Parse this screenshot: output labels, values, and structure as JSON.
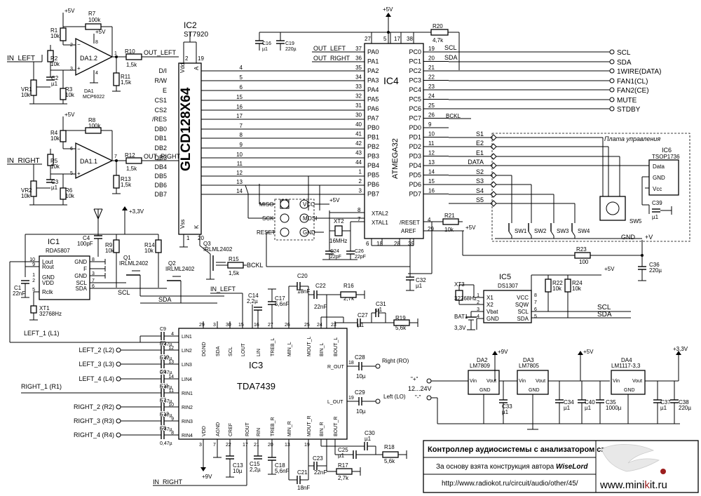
{
  "ic2": {
    "name": "IC2",
    "chip": "ST7920",
    "lcd": "GLCD128X64",
    "top_pins": [
      "2",
      "19"
    ],
    "top_names": [
      "Vdd",
      "A"
    ],
    "pins_left_num": [
      "4",
      "5",
      "6",
      "15",
      "16",
      "17",
      "7",
      "8",
      "9",
      "10",
      "11",
      "12",
      "13",
      "14"
    ],
    "pins": [
      "D/I",
      "R/W",
      "E",
      "CS1",
      "CS2",
      "/RES",
      "DB0",
      "DB1",
      "DB2",
      "DB3",
      "DB4",
      "DB5",
      "DB6",
      "DB7"
    ],
    "bottom_pins": [
      "1",
      "20"
    ],
    "bottom_names": [
      "Vss",
      "K"
    ]
  },
  "ic4": {
    "name": "IC4",
    "chip": "ATMEGA32",
    "left_nums": [
      "37",
      "36",
      "35",
      "34",
      "33",
      "32",
      "31",
      "30",
      "40",
      "41",
      "42",
      "43",
      "44",
      "1",
      "2",
      "3"
    ],
    "left_pins": [
      "PA0",
      "PA1",
      "PA2",
      "PA3",
      "PA4",
      "PA5",
      "PA6",
      "PA7",
      "PB0",
      "PB1",
      "PB2",
      "PB3",
      "PB4",
      "PB5",
      "PB6",
      "PB7"
    ],
    "right_nums": [
      "19",
      "20",
      "21",
      "22",
      "23",
      "24",
      "25",
      "26",
      "9",
      "10",
      "11",
      "12",
      "13",
      "14",
      "15",
      "16"
    ],
    "right_pins": [
      "PC0",
      "PC1",
      "PC2",
      "PC3",
      "PC4",
      "PC5",
      "PC6",
      "PC7",
      "PD0",
      "PD1",
      "PD2",
      "PD3",
      "PD4",
      "PD5",
      "PD6",
      "PD7"
    ],
    "top_nums": [
      "27",
      "5",
      "17",
      "38"
    ],
    "xtal": [
      "XTAL2",
      "XTAL1"
    ],
    "xtal_nums": [
      "8",
      "7"
    ],
    "reset": "/RESET",
    "aref": "AREF",
    "reset_nums": [
      "4",
      "29"
    ],
    "bottom_nums": [
      "6",
      "18",
      "28",
      "39"
    ]
  },
  "ic4_wires": {
    "out_left": "OUT_LEFT",
    "out_right": "OUT_RIGHT",
    "bckl": "BCKL"
  },
  "outputs": [
    "SCL",
    "SDA",
    "1WIRE(DATA)",
    "FAN1(CL)",
    "FAN2(CE)",
    "MUTE",
    "STDBY"
  ],
  "pc_labels": [
    "SCL",
    "SDA"
  ],
  "pd_labels": [
    "S1",
    "E2",
    "E1",
    "DATA",
    "S2",
    "S3",
    "S4",
    "S5"
  ],
  "panel": {
    "title": "Плата управления",
    "ic6": "IC6",
    "ic6_chip": "TSOP1736",
    "ic6_pins": [
      "Data",
      "GND",
      "Vcc"
    ],
    "switches": [
      "SW1",
      "SW2",
      "SW3",
      "SW4"
    ],
    "enc": "SW5",
    "gnd": "GND",
    "vplus": "+V"
  },
  "amp_left": {
    "name": "DA1.2",
    "r1": "R1",
    "r1v": "10k",
    "r2": "R2",
    "r2v": "10k",
    "r3": "R3",
    "r3v": "10k",
    "r7": "R7",
    "r7v": "100k",
    "r10": "R10",
    "r10v": "1,5k",
    "r11": "R11",
    "r11v": "1,5k",
    "c2": "C2",
    "c2v": "µ1",
    "vr1": "VR1",
    "vr1v": "10k",
    "in": "IN_LEFT",
    "out": "OUT_LEFT",
    "pins": [
      "2",
      "3",
      "1",
      "8",
      "4"
    ],
    "da1": "DA1",
    "da1chip": "MCP6022",
    "pwr": "+5V"
  },
  "amp_right": {
    "name": "DA1.1",
    "r4": "R4",
    "r4v": "10k",
    "r5": "R5",
    "r5v": "10k",
    "r6": "R6",
    "r6v": "10k",
    "r8": "R8",
    "r8v": "100k",
    "r12": "R12",
    "r12v": "1,5k",
    "r13": "R13",
    "r13v": "1,5k",
    "c3": "C3",
    "c3v": "µ1",
    "vr2": "VR2",
    "vr2v": "10k",
    "in": "IN_RIGHT",
    "out": "OUT_RIGHT",
    "pins": [
      "6",
      "5",
      "7"
    ],
    "pwr": "+5V"
  },
  "misc": {
    "c16": "C16",
    "c16v": "µ1",
    "c19": "C19",
    "c19v": "220µ",
    "r20": "R20",
    "r20v": "4,7k",
    "p5v": "+5V",
    "isp": [
      "MISO",
      "VCC",
      "SCK",
      "MOSI",
      "RESET",
      "GND"
    ],
    "isp_p5v": "+5V",
    "xt2": "XT2",
    "xt2v": "16MHz",
    "c24": "C24",
    "c24v": "22pF",
    "c26": "C26",
    "c26v": "22pF",
    "r21": "R21",
    "r21v": "10k",
    "r23": "R23",
    "r23v": "100",
    "c36": "C36",
    "c36v": "220µ",
    "c39": "C39",
    "c39v": "µ1",
    "c32": "C32",
    "c32v": "µ1",
    "q3": "Q3",
    "q3chip": "IRLML2402",
    "r15": "R15",
    "r15v": "1,5k",
    "bckl": "BCKL"
  },
  "ic1": {
    "name": "IC1",
    "chip": "RDA5807",
    "pins_l": [
      "Lout",
      "Rout",
      "GND",
      "VDD",
      "Rclk"
    ],
    "pins_l_num": [
      "10",
      "9",
      "1",
      "2",
      "5"
    ],
    "pins_r": [
      "GND",
      "F",
      "GND",
      "SCL",
      "SDA"
    ],
    "pins_r_num": [
      "8",
      "",
      "3",
      "7",
      "6"
    ],
    "c4": "C4",
    "c4v": "100pF",
    "r9": "R9",
    "r9v": "10k",
    "r14": "R14",
    "r14v": "10k",
    "q1": "Q1",
    "q1chip": "IRLML2402",
    "q2": "Q2",
    "q2chip": "IRLML2402",
    "c1": "C1",
    "c1v": "22nF",
    "xt1": "XT1",
    "xt1v": "32768Hz",
    "v33": "+3,3V",
    "scl": "SCL",
    "sda": "SDA",
    "left1": "LEFT_1 (L1)"
  },
  "ic5": {
    "name": "IC5",
    "chip": "DS1307",
    "pins_l": [
      "X1",
      "X2",
      "Vbat",
      "GND"
    ],
    "pins_l_num": [
      "1",
      "2",
      "3",
      "4"
    ],
    "pins_r": [
      "VCC",
      "SQW",
      "SCL",
      "SDA"
    ],
    "pins_r_num": [
      "8",
      "7",
      "6",
      "5"
    ],
    "xt3": "XT3",
    "xt3v": "32768Hz",
    "r22": "R22",
    "r22v": "10k",
    "r24": "R24",
    "r24v": "10k",
    "bat": "BAT1",
    "batv": "3,3V",
    "p5v": "+5V",
    "scl": "SCL",
    "sda": "SDA"
  },
  "ic3": {
    "name": "IC3",
    "chip": "TDA7439",
    "top_nums": [
      "29",
      "3",
      "30",
      "15",
      "16",
      "27",
      "26",
      "25",
      "24",
      "23"
    ],
    "top_pins": [
      "DGND",
      "SDA",
      "SCL",
      "LOUT",
      "LIN",
      "TREB_L",
      "MIN_L",
      "MOUT_L",
      "BIN_L",
      "BOUT_L"
    ],
    "left_nums": [
      "4",
      "12",
      "13",
      "14",
      "11",
      "10",
      "9",
      "8"
    ],
    "left_pins": [
      "LIN1",
      "LIN2",
      "LIN3",
      "LIN4",
      "RIN1",
      "RIN2",
      "RIN3",
      "RIN4"
    ],
    "right_nums": [
      "18",
      "19"
    ],
    "right_pins": [
      "R_OUT",
      "L_OUT"
    ],
    "bottom_nums": [
      "3",
      "7",
      "22",
      "17",
      "21",
      "20",
      "13",
      "19"
    ],
    "bottom_pins": [
      "VDD",
      "AGND",
      "CREF",
      "ROUT",
      "RIN",
      "TREB_R",
      "MIN_R",
      "MOUT_R",
      "BIN_R",
      "BOUT_R"
    ],
    "inputs": [
      "LEFT_2 (L2)",
      "LEFT_3 (L3)",
      "LEFT_4 (L4)",
      "RIGHT_1 (R1)",
      "RIGHT_2 (R2)",
      "RIGHT_3 (R3)",
      "RIGHT_4 (R4)"
    ],
    "caps_in": [
      "C9",
      "C5",
      "C10",
      "C6",
      "C11",
      "C7",
      "C12",
      "C8"
    ],
    "cap_in_v": "0,47µ",
    "outs": [
      "Right (RO)",
      "Left (LO)"
    ],
    "c28": "C28",
    "c29": "C29",
    "c_out_v": "10µ",
    "c20": "C20",
    "c20v": "18nF",
    "c22": "C22",
    "c22v": "22nF",
    "r16": "R16",
    "r16v": "2,7k",
    "c27": "C27",
    "c27v": "µ1",
    "c31": "C31",
    "c31v": "µ1",
    "r19": "R19",
    "r19v": "5,6k",
    "c14": "C14",
    "c14v": "2,2µ",
    "c17": "C17",
    "c17v": "5,6nF",
    "c13": "C13",
    "c13v": "10µ",
    "c15": "C15",
    "c15v": "2,2µ",
    "c18": "C18",
    "c18v": "5,6nF",
    "c21": "C21",
    "c21v": "18nF",
    "c23": "C23",
    "c23v": "22nF",
    "r17": "R17",
    "r17v": "2,7k",
    "c25": "C25",
    "c25v": "µ1",
    "c30": "C30",
    "c30v": "µ1",
    "r18": "R18",
    "r18v": "5,6k",
    "in_left": "IN_LEFT",
    "in_right": "IN_RIGHT",
    "p9v": "+9V"
  },
  "power": {
    "da2": "DA2",
    "da2chip": "LM7809",
    "da3": "DA3",
    "da3chip": "LM7805",
    "da4": "DA4",
    "da4chip": "LM1117-3,3",
    "pins": [
      "Vin",
      "Vout",
      "GND"
    ],
    "v9": "+9V",
    "v5": "+5V",
    "v33": "+3,3V",
    "in_plus": "\"+\"",
    "in_minus": "\"-\"",
    "in_range": "12...24V",
    "c33": "C33",
    "c33v": "µ1",
    "c34": "C34",
    "c34v": "µ1",
    "c40": "C40",
    "c40v": "µ1",
    "c35": "C35",
    "c35v": "1000µ",
    "c37": "C37",
    "c37v": "µ1",
    "c38": "C38",
    "c38v": "220µ"
  },
  "footer": {
    "title": "Контроллер аудиосистемы с анализатором спектра",
    "credit_pre": "За основу взята конструкция автора ",
    "author": "WiseLord",
    "url": "http://www.radiokot.ru/circuit/audio/other/45/",
    "logo_pre": "www.mini",
    "logo_k": "k",
    "logo_post": "it.ru"
  }
}
